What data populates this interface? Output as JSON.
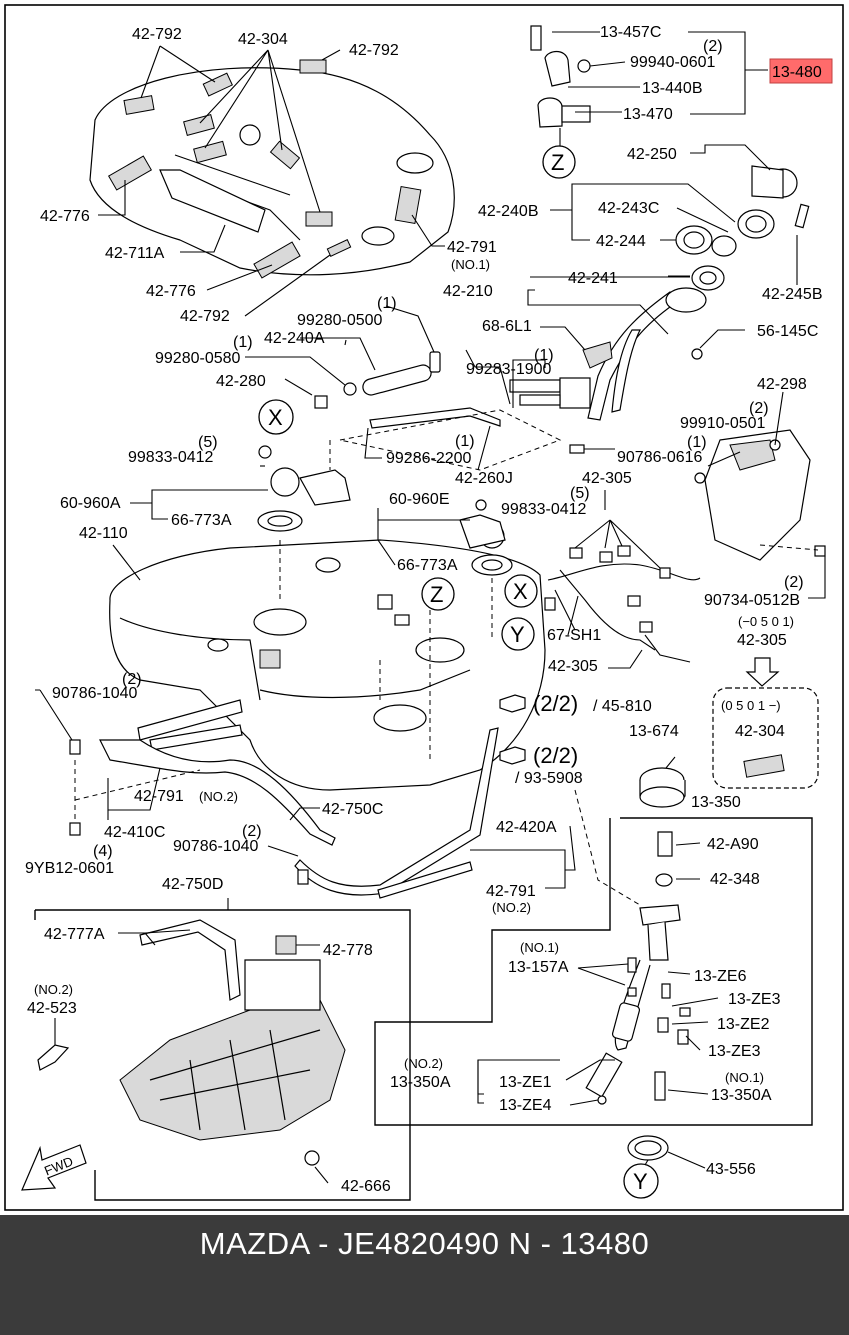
{
  "highlight_color": "#ff6b6b",
  "footer": {
    "text": "MAZDA - JE4820490    N - 13480"
  },
  "markers": {
    "x": "X",
    "y": "Y",
    "z": "Z"
  },
  "callouts": {
    "fwd": "FWD",
    "ref_a_frac": "(2/2)",
    "ref_a_part": "/ 45-810",
    "ref_b_frac": "(2/2)",
    "ref_b_part": "/ 93-5908",
    "inset_top": "(0 5 0 1 −)",
    "inset_part": "42-304"
  },
  "labels": {
    "l1": "42-792",
    "l2": "42-304",
    "l3": "42-792",
    "l4": "13-457C",
    "l5": "(2)",
    "l6": "99940-0601",
    "l7": "13-440B",
    "l8": "13-470",
    "l9": "13-480",
    "l10": "42-250",
    "l11": "42-776",
    "l12": "42-711A",
    "l13": "42-240B",
    "l14": "42-243C",
    "l15": "42-244",
    "l16": "42-791",
    "l17": "(NO.1)",
    "l18": "42-776",
    "l19": "42-241",
    "l20": "42-245B",
    "l21": "42-210",
    "l22": "42-792",
    "l23": "(1)",
    "l24": "99280-0500",
    "l25": "68-6L1",
    "l26": "56-145C",
    "l27": "(1)",
    "l28": "42-240A",
    "l29": "99280-0580",
    "l30": "(1)",
    "l31": "99283-1900",
    "l32": "42-298",
    "l33": "42-280",
    "l34": "(2)",
    "l35": "99910-0501",
    "l36": "(1)",
    "l37": "90786-0616",
    "l38": "(5)",
    "l39": "99833-0412",
    "l40": "(1)",
    "l41": "99286-2200",
    "l42": "42-260J",
    "l43": "42-305",
    "l44": "60-960A",
    "l45": "60-960E",
    "l46": "(5)",
    "l47": "99833-0412",
    "l48": "66-773A",
    "l49": "42-110",
    "l50": "66-773A",
    "l51": "(2)",
    "l52": "90734-0512B",
    "l53": "(−0 5 0 1)",
    "l54": "67-SH1",
    "l55": "42-305",
    "l56": "42-305",
    "l57": "(2)",
    "l58": "90786-1040",
    "l59": "13-674",
    "l60": "42-791",
    "l61": "(NO.2)",
    "l62": "42-750C",
    "l63": "42-410C",
    "l64": "13-350",
    "l65": "42-420A",
    "l66": "(2)",
    "l67": "90786-1040",
    "l68": "42-A90",
    "l69": "(4)",
    "l70": "9YB12-0601",
    "l71": "42-348",
    "l72": "42-791",
    "l73": "(NO.2)",
    "l74": "42-750D",
    "l75": "42-777A",
    "l76": "42-778",
    "l77": "(NO.1)",
    "l78": "13-157A",
    "l79": "13-ZE6",
    "l80": "(NO.2)",
    "l81": "42-523",
    "l82": "13-ZE3",
    "l83": "13-ZE2",
    "l84": "13-ZE3",
    "l85": "(NO.2)",
    "l86": "13-350A",
    "l87": "13-ZE1",
    "l88": "(NO.1)",
    "l89": "13-350A",
    "l90": "13-ZE4",
    "l91": "43-556",
    "l92": "42-666"
  }
}
